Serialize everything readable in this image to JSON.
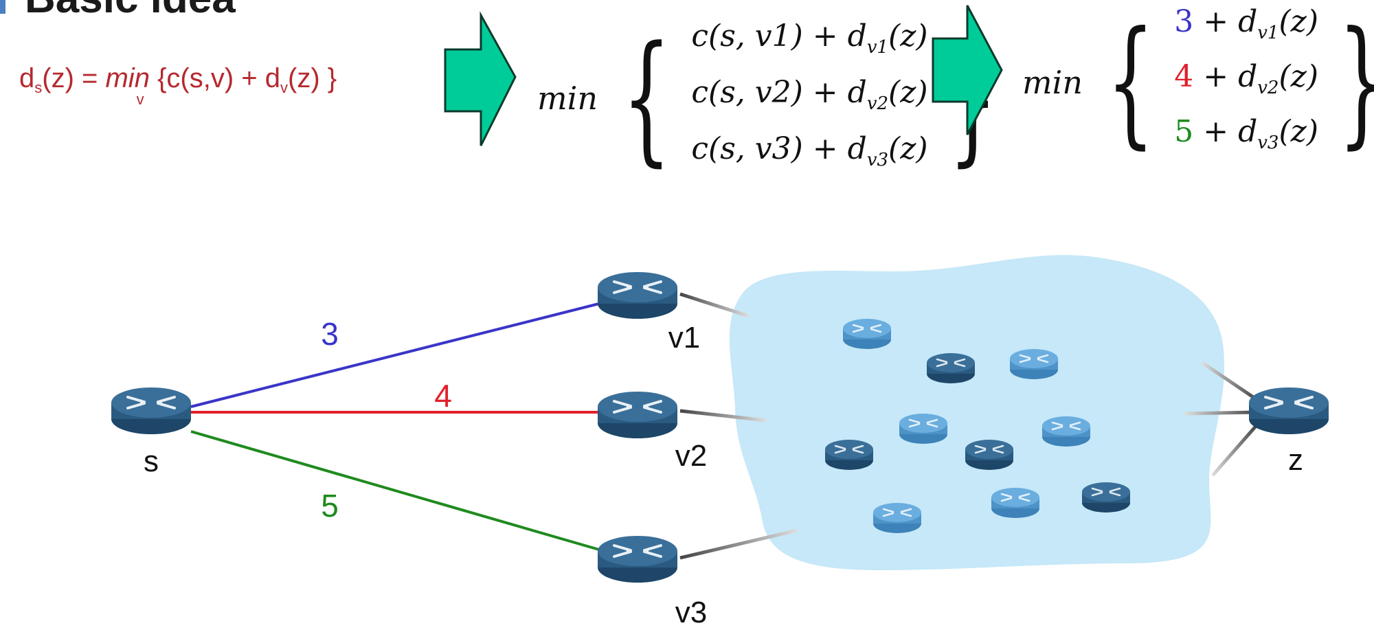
{
  "title": "Basic idea",
  "formula": {
    "lhs": "d",
    "lhs_sub": "s",
    "arg": "(z) = ",
    "min_word": "min",
    "min_under": "v",
    "body_open": "{c(s,v) + d",
    "body_sub": "v",
    "body_close": "(z) }"
  },
  "expansion_1": {
    "min_word": "min",
    "rows": [
      {
        "cost": "c(s, v1)",
        "plus": " + ",
        "d": "d",
        "sub": "v1",
        "arg": "(z)"
      },
      {
        "cost": "c(s, v2)",
        "plus": " + ",
        "d": "d",
        "sub": "v2",
        "arg": "(z)"
      },
      {
        "cost": "c(s, v3)",
        "plus": " + ",
        "d": "d",
        "sub": "v3",
        "arg": "(z)"
      }
    ]
  },
  "expansion_2": {
    "min_word": "min",
    "rows": [
      {
        "cost": "3",
        "plus": " + ",
        "d": "d",
        "sub": "v1",
        "arg": "(z)"
      },
      {
        "cost": "4",
        "plus": " + ",
        "d": "d",
        "sub": "v2",
        "arg": "(z)"
      },
      {
        "cost": "5",
        "plus": " + ",
        "d": "d",
        "sub": "v3",
        "arg": "(z)"
      }
    ]
  },
  "colors": {
    "formula": "#b5292e",
    "arrow_fill": "#00cc99",
    "link_v1": "#3a35c8",
    "link_v2": "#e0202a",
    "link_v3": "#1f8a1f",
    "cloud": "#c6e8f8",
    "router_dark": "#2e5e86",
    "router_light": "#5a9fd4"
  },
  "nodes": {
    "s": "s",
    "v1": "v1",
    "v2": "v2",
    "v3": "v3",
    "z": "z"
  },
  "links": {
    "s_v1": "3",
    "s_v2": "4",
    "s_v3": "5"
  },
  "icons": {
    "router": "router-icon",
    "arrow": "right-arrow-icon",
    "cloud": "network-cloud"
  }
}
